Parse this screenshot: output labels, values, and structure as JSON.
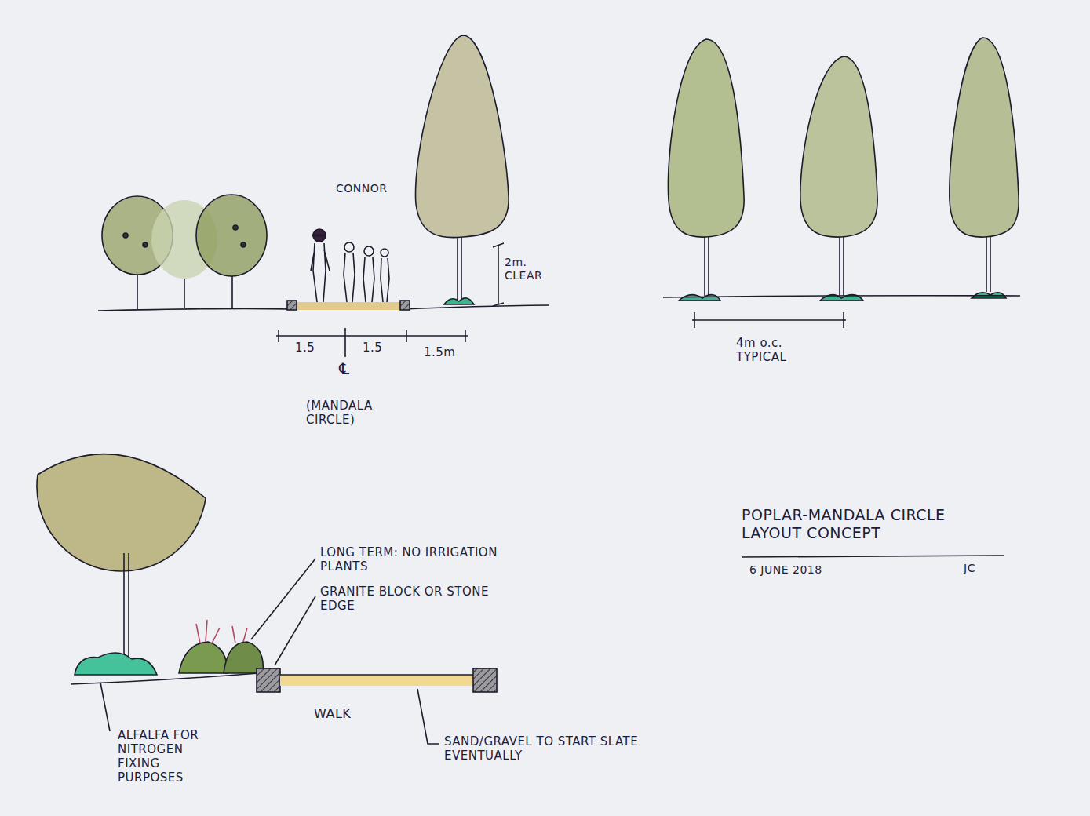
{
  "diagram": {
    "title": "POPLAR-MANDALA CIRCLE LAYOUT CONCEPT",
    "labels": [
      "CONNOR",
      "2m. CLEAR",
      "1.5",
      "1.5",
      "1.5m",
      "℄",
      "(MANDALA CIRCLE)",
      "4m o.c. TYPICAL",
      "LONG TERM: NO IRRIGATION PLANTS",
      "GRANITE BLOCK OR STONE EDGE",
      "WALK",
      "SAND/GRAVEL TO START SLATE EVENTUALLY",
      "ALFALFA FOR NITROGEN FIXING PURPOSES",
      "6 JUNE 2018",
      "JC"
    ]
  }
}
